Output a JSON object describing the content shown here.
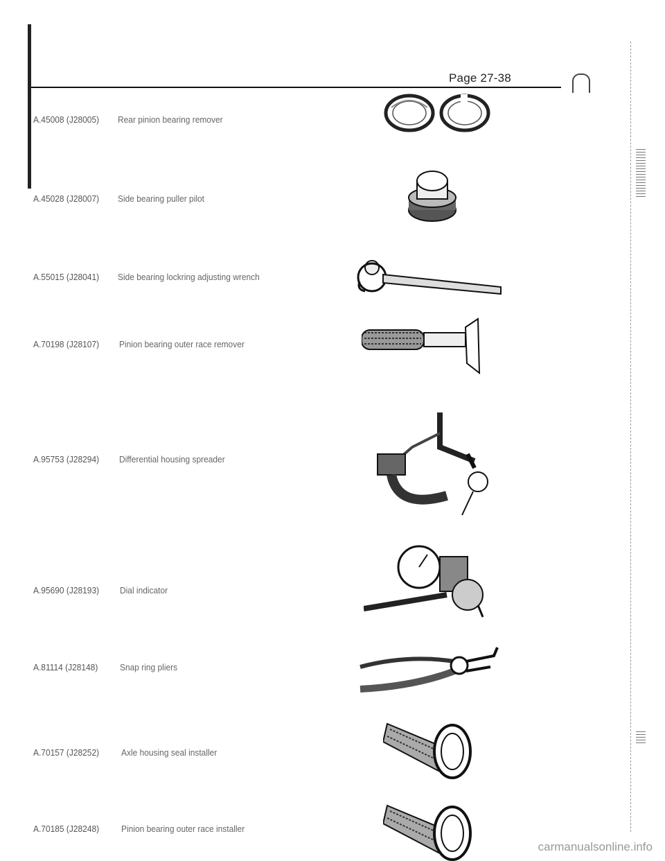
{
  "page_number": "Page 27-38",
  "tools": [
    {
      "part": "A.45008 (J28005)",
      "description": "Rear pinion bearing remover",
      "icon": "split-ring-bearing-remover-icon"
    },
    {
      "part": "A.45028 (J28007)",
      "description": "Side bearing puller pilot",
      "icon": "puller-pilot-icon"
    },
    {
      "part": "A.55015 (J28041)",
      "description": "Side bearing lockring adjusting wrench",
      "icon": "lockring-wrench-icon"
    },
    {
      "part": "A.70198 (J28107)",
      "description": "Pinion bearing outer race remover",
      "icon": "race-remover-icon"
    },
    {
      "part": "A.95753 (J28294)",
      "description": "Differential housing spreader",
      "icon": "housing-spreader-icon"
    },
    {
      "part": "A.95690 (J28193)",
      "description": "Dial indicator",
      "icon": "dial-indicator-icon"
    },
    {
      "part": "A.81114 (J28148)",
      "description": "Snap ring pliers",
      "icon": "snap-ring-pliers-icon"
    },
    {
      "part": "A.70157 (J28252)",
      "description": "Axle housing seal installer",
      "icon": "seal-installer-icon"
    },
    {
      "part": "A.70185 (J28248)",
      "description": "Pinion bearing outer race installer",
      "icon": "race-installer-icon"
    }
  ],
  "watermark": "carmanualsonline.info"
}
